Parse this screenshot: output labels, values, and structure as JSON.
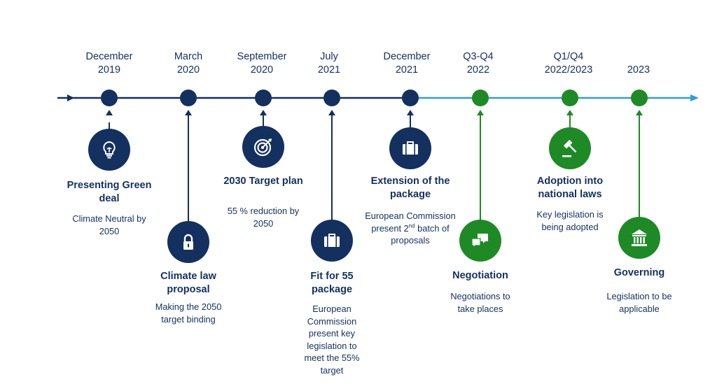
{
  "colors": {
    "navy": "#13305f",
    "green": "#1e8a25",
    "light_blue": "#2d9fd8"
  },
  "milestones": [
    {
      "date_line1": "December",
      "date_line2": "2019",
      "icon": "lightbulb-icon",
      "title": "Presenting Green deal",
      "desc": "Climate Neutral by 2050",
      "color": "navy"
    },
    {
      "date_line1": "March",
      "date_line2": "2020",
      "icon": "lock-icon",
      "title": "Climate law proposal",
      "desc": "Making the 2050 target binding",
      "color": "navy"
    },
    {
      "date_line1": "September",
      "date_line2": "2020",
      "icon": "target-icon",
      "title": "2030 Target plan",
      "desc": "55 % reduction by 2050",
      "color": "navy"
    },
    {
      "date_line1": "July",
      "date_line2": "2021",
      "icon": "briefcase-icon",
      "title": "Fit for 55 package",
      "desc": "European Commission present key legislation to meet the 55% target",
      "color": "navy"
    },
    {
      "date_line1": "December",
      "date_line2": "2021",
      "icon": "briefcase-icon",
      "title": "Extension of the package",
      "desc_part1": "European Commission present 2",
      "desc_sup": "nd",
      "desc_part2": " batch of proposals",
      "color": "navy"
    },
    {
      "date_line1": "Q3-Q4",
      "date_line2": "2022",
      "icon": "chat-bubbles-icon",
      "title": "Negotiation",
      "desc": "Negotiations to take places",
      "color": "green"
    },
    {
      "date_line1": "Q1/Q4",
      "date_line2": "2022/2023",
      "icon": "gavel-icon",
      "title": "Adoption into national laws",
      "desc": "Key legislation is being adopted",
      "color": "green"
    },
    {
      "date_line1": "",
      "date_line2": "2023",
      "icon": "courthouse-icon",
      "title": "Governing",
      "desc": "Legislation to be applicable",
      "color": "green"
    }
  ]
}
